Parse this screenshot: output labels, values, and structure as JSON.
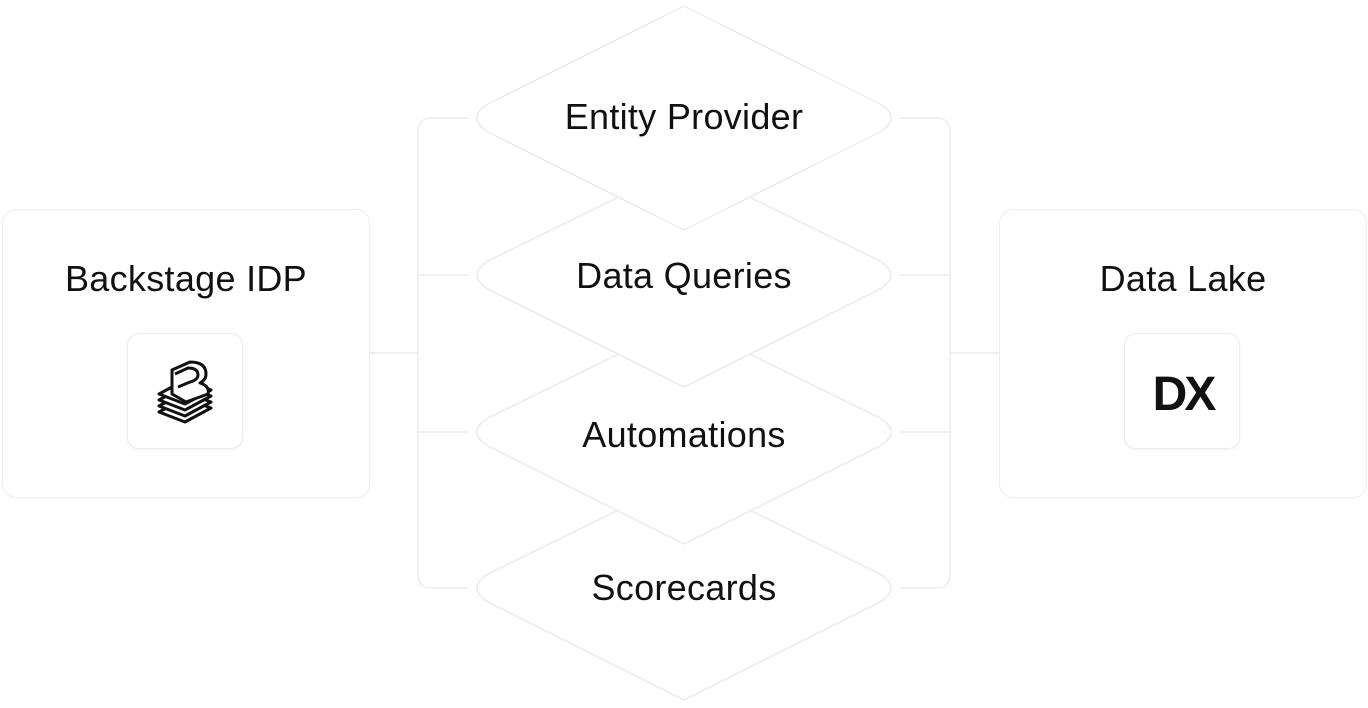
{
  "source": {
    "title": "Backstage IDP",
    "icon": "backstage-logo-icon"
  },
  "target": {
    "title": "Data Lake",
    "icon": "dx-logo-icon",
    "logo_text": "DX"
  },
  "steps": [
    {
      "label": "Entity Provider"
    },
    {
      "label": "Data Queries"
    },
    {
      "label": "Automations"
    },
    {
      "label": "Scorecards"
    }
  ],
  "colors": {
    "border": "#ededed",
    "text": "#111111",
    "logo": "#111111"
  }
}
